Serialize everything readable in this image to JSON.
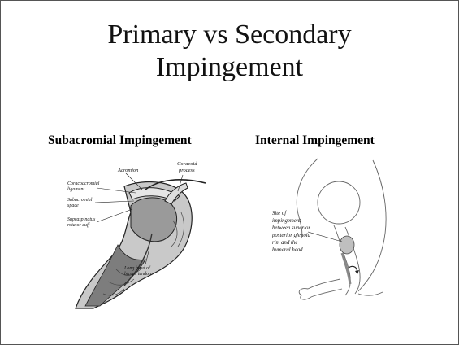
{
  "slide": {
    "title_line1": "Primary vs Secondary",
    "title_line2": "Impingement"
  },
  "left_panel": {
    "heading": "Subacromial Impingement",
    "labels": {
      "acromion": "Acromion",
      "coracoid_1": "Coracoid",
      "coracoid_2": "process",
      "coracoacromial_1": "Coracoacromial",
      "coracoacromial_2": "ligament",
      "subacromial_1": "Subacromial",
      "subacromial_2": "space",
      "supraspinatus_1": "Supraspinatus",
      "supraspinatus_2": "rotator cuff",
      "biceps_1": "Long head of",
      "biceps_2": "biceps tendon"
    }
  },
  "right_panel": {
    "heading": "Internal Impingement",
    "caption_lines": [
      "Site of",
      "impingement",
      "between superior",
      "posterior glenoid",
      "rim and the",
      "humeral head"
    ]
  }
}
